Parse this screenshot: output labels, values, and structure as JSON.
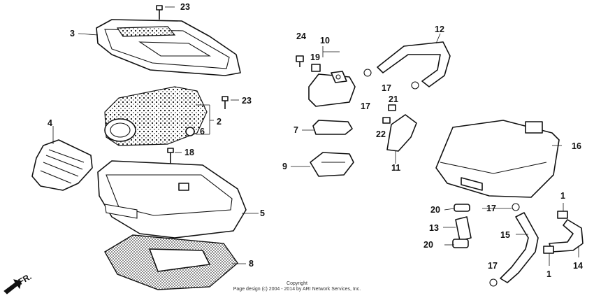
{
  "callouts": {
    "c1a": "1",
    "c1b": "1",
    "c2": "2",
    "c3": "3",
    "c4": "4",
    "c5": "5",
    "c6": "6",
    "c7": "7",
    "c8": "8",
    "c9": "9",
    "c10": "10",
    "c11": "11",
    "c12": "12",
    "c13": "13",
    "c14": "14",
    "c15": "15",
    "c16": "16",
    "c17a": "17",
    "c17b": "17",
    "c17c": "17",
    "c17d": "17",
    "c18": "18",
    "c19": "19",
    "c20a": "20",
    "c20b": "20",
    "c21": "21",
    "c22": "22",
    "c23a": "23",
    "c23b": "23",
    "c24": "24"
  },
  "copyright": {
    "line1": "Copyright",
    "line2": "Page design (c) 2004 - 2014 by ARI Network Services, Inc."
  },
  "direction": {
    "label": "FR."
  }
}
